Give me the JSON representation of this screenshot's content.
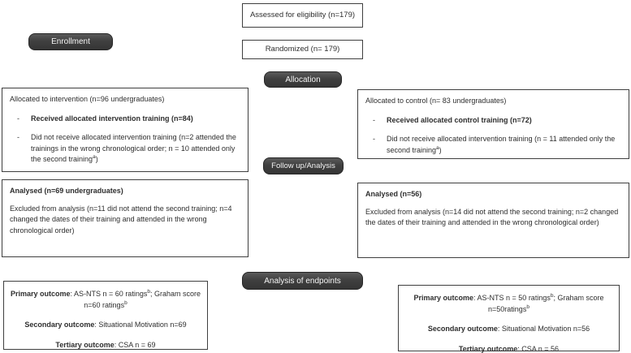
{
  "stage_labels": {
    "enrollment": "Enrollment",
    "allocation": "Allocation",
    "followup": "Follow up/Analysis",
    "endpoints": "Analysis of endpoints"
  },
  "top_flow": {
    "assessed": "Assessed for eligibility (n=179)",
    "randomized": "Randomized (n= 179)"
  },
  "bullet_marker": "-",
  "intervention": {
    "allocation_box": {
      "title": "Allocated to intervention (n=96 undergraduates)",
      "received": "Received allocated intervention training  (n=84)",
      "not_received": "Did not receive allocated intervention training (n=2 attended the trainings in the wrong chronological order; n = 10  attended only the second training",
      "not_received_sup": "a",
      "not_received_end": ")"
    },
    "analysis_box": {
      "title": "Analysed (n=69 undergraduates)",
      "excluded": "Excluded from analysis (n=11 did not attend the second training; n=4 changed the dates of their training and attended in the wrong chronological order)"
    },
    "outcomes_box": {
      "primary_label": "Primary outcome",
      "primary_a": ": AS-NTS n = 60 ratings",
      "primary_a_sup": "b",
      "primary_b": "; Graham score n=60 ratings",
      "primary_b_sup": "b",
      "secondary_label": "Secondary outcome",
      "secondary": ": Situational Motivation n=69",
      "tertiary_label": "Tertiary outcome",
      "tertiary": ": CSA n = 69"
    }
  },
  "control": {
    "allocation_box": {
      "title": "Allocated to control (n= 83 undergraduates)",
      "received": "Received allocated control training (n=72)",
      "not_received": "Did not receive allocated intervention training (n = 11  attended only the second training",
      "not_received_sup": "a",
      "not_received_end": ")"
    },
    "analysis_box": {
      "title": "Analysed (n=56)",
      "excluded": "Excluded from analysis (n=14 did not attend the second training; n=2 changed the dates of their training and attended in the wrong chronological order)"
    },
    "outcomes_box": {
      "primary_label": "Primary outcome",
      "primary_a": ": AS-NTS n = 50  ratings",
      "primary_a_sup": "b",
      "primary_b": "; Graham score n=50ratings",
      "primary_b_sup": "b",
      "secondary_label": "Secondary outcome",
      "secondary": ": Situational Motivation n=56",
      "tertiary_label": "Tertiary outcome",
      "tertiary": ": CSA n = 56"
    }
  },
  "colors": {
    "tag_background": "#404040",
    "tag_text": "#f5f5f5",
    "box_border": "#3f3f3f",
    "body_text": "#2e2e2e"
  }
}
